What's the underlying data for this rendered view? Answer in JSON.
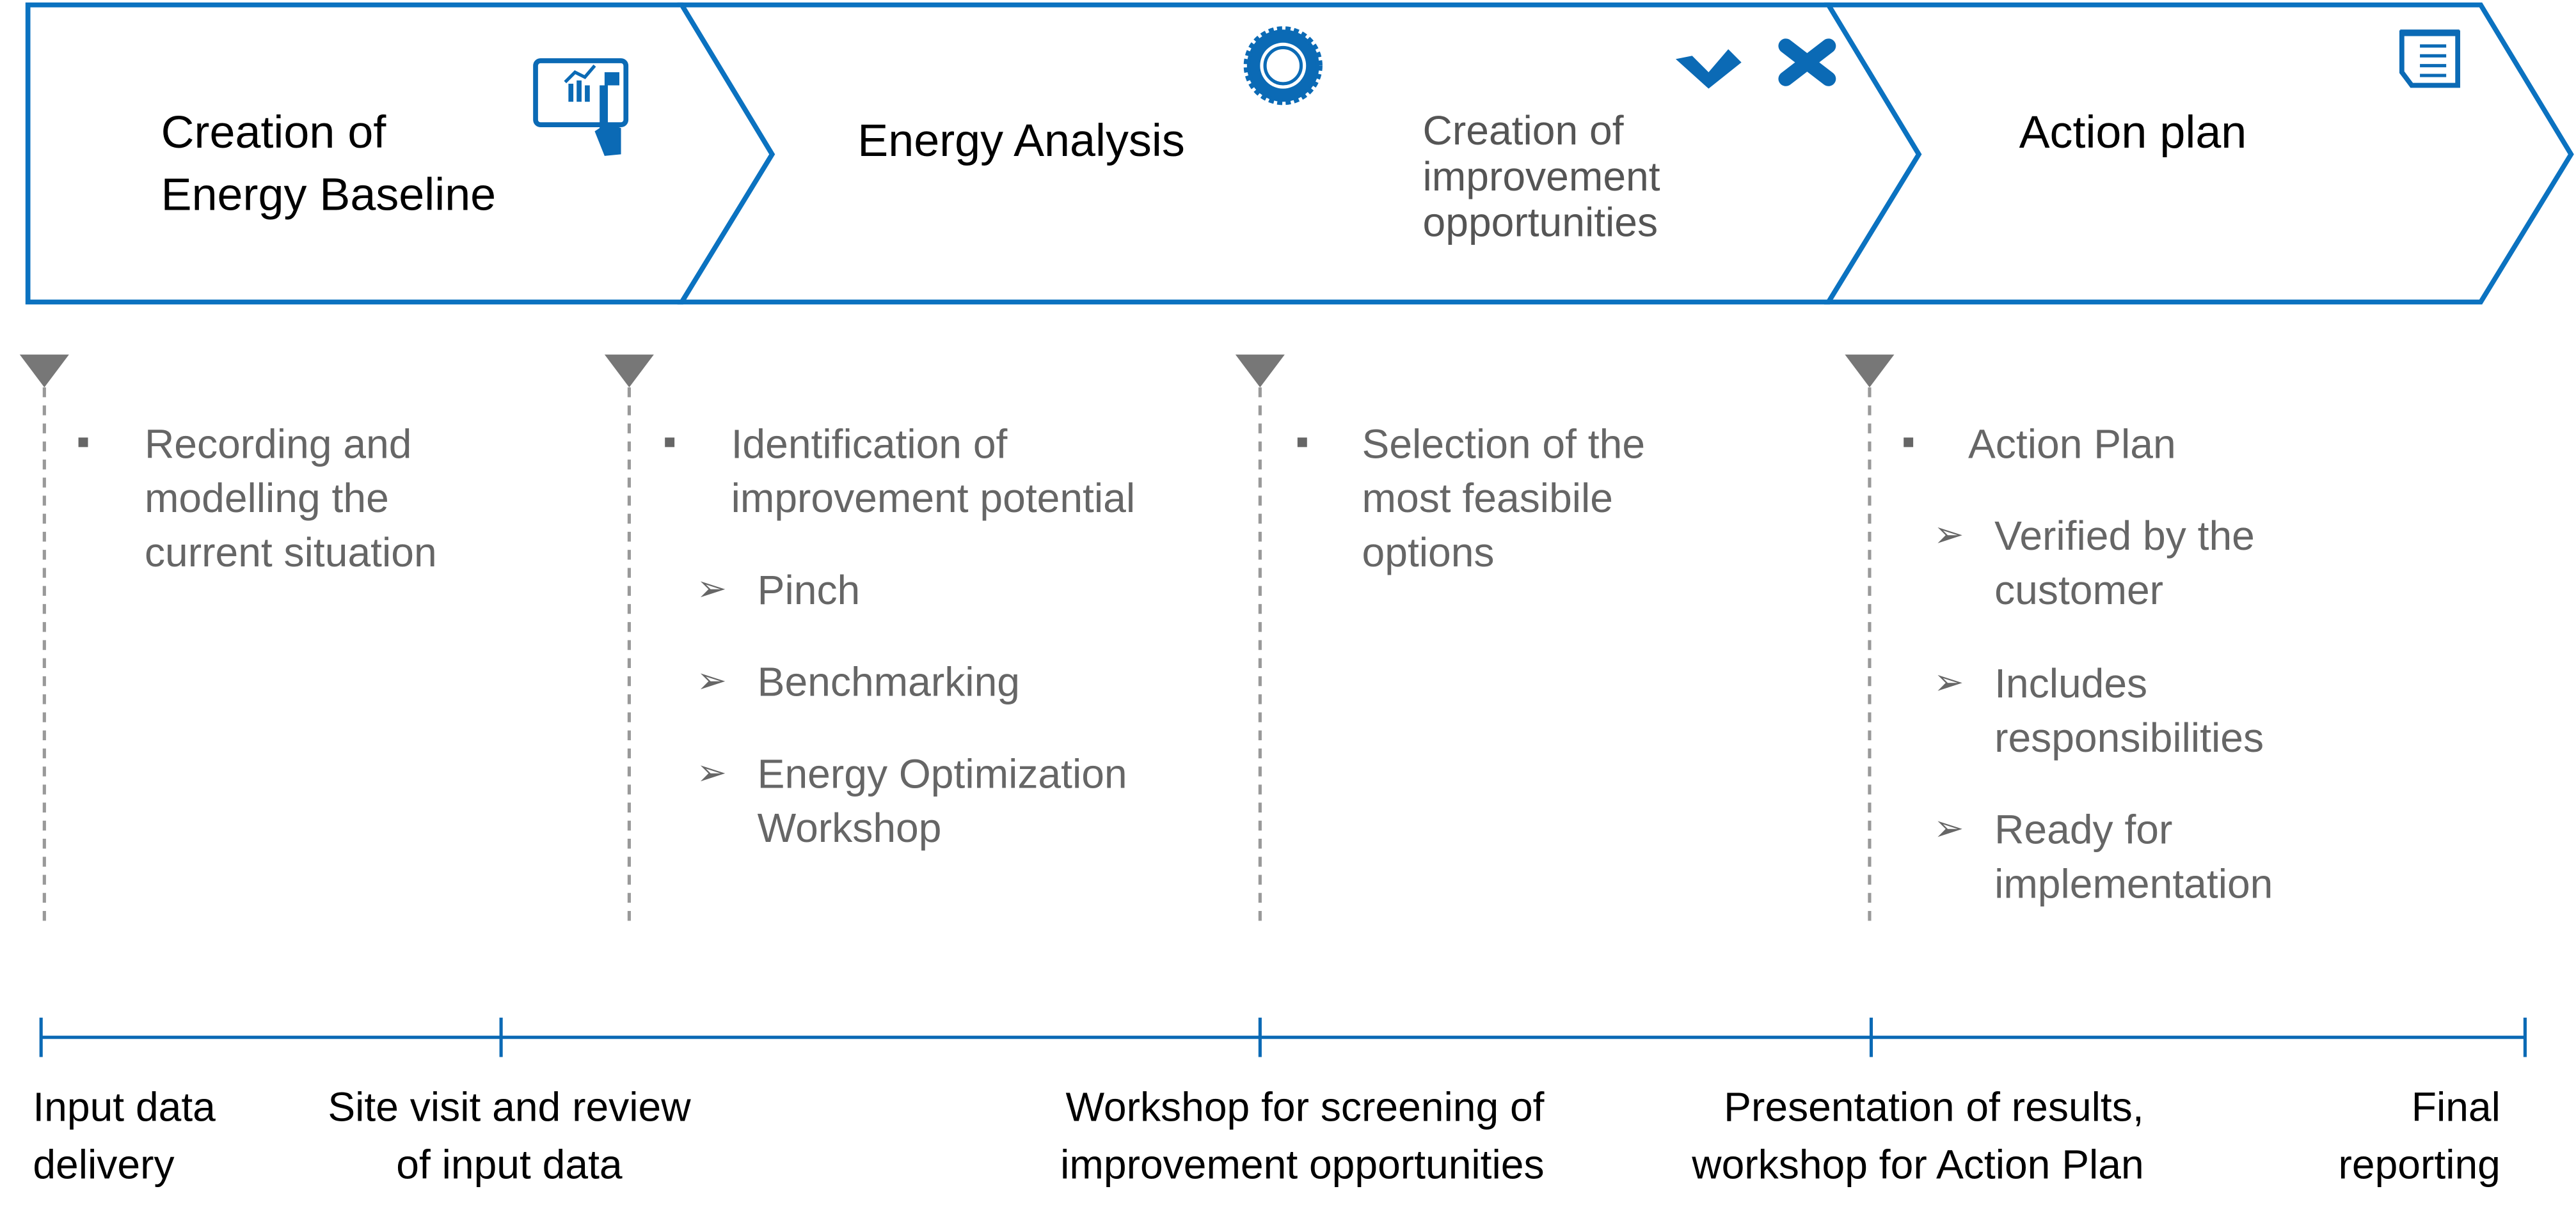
{
  "colors": {
    "accent": "#0b72c0",
    "text_gray": "#666666",
    "marker": "#777777"
  },
  "phases": [
    {
      "title_line1": "Creation of",
      "title_line2": "Energy Baseline",
      "icon": "tablet-chart-touch-icon"
    },
    {
      "title": "Energy Analysis",
      "icon": "gear-icon",
      "subtitle": [
        "Creation of",
        "improvement",
        "opportunities"
      ],
      "sub_icons": [
        "check-icon",
        "cross-icon"
      ]
    },
    {
      "title": "Action plan",
      "icon": "document-icon"
    }
  ],
  "columns": [
    {
      "bullet": [
        "Recording and",
        "modelling the",
        "current situation"
      ]
    },
    {
      "bullet": [
        "Identification of",
        "improvement potential"
      ],
      "subitems": [
        [
          "Pinch"
        ],
        [
          "Benchmarking"
        ],
        [
          "Energy Optimization",
          "Workshop"
        ]
      ]
    },
    {
      "bullet": [
        "Selection of the",
        "most feasibile",
        "options"
      ]
    },
    {
      "bullet": [
        "Action Plan"
      ],
      "subitems": [
        [
          "Verified by the",
          "customer"
        ],
        [
          "Includes",
          "responsibilities"
        ],
        [
          "Ready for",
          "implementation"
        ]
      ]
    }
  ],
  "milestones": [
    [
      "Input data",
      "delivery"
    ],
    [
      "Site visit and review",
      "of input data"
    ],
    [
      "Workshop for screening of",
      "improvement opportunities"
    ],
    [
      "Presentation of results,",
      "workshop for Action Plan"
    ],
    [
      "Final",
      "reporting"
    ]
  ]
}
